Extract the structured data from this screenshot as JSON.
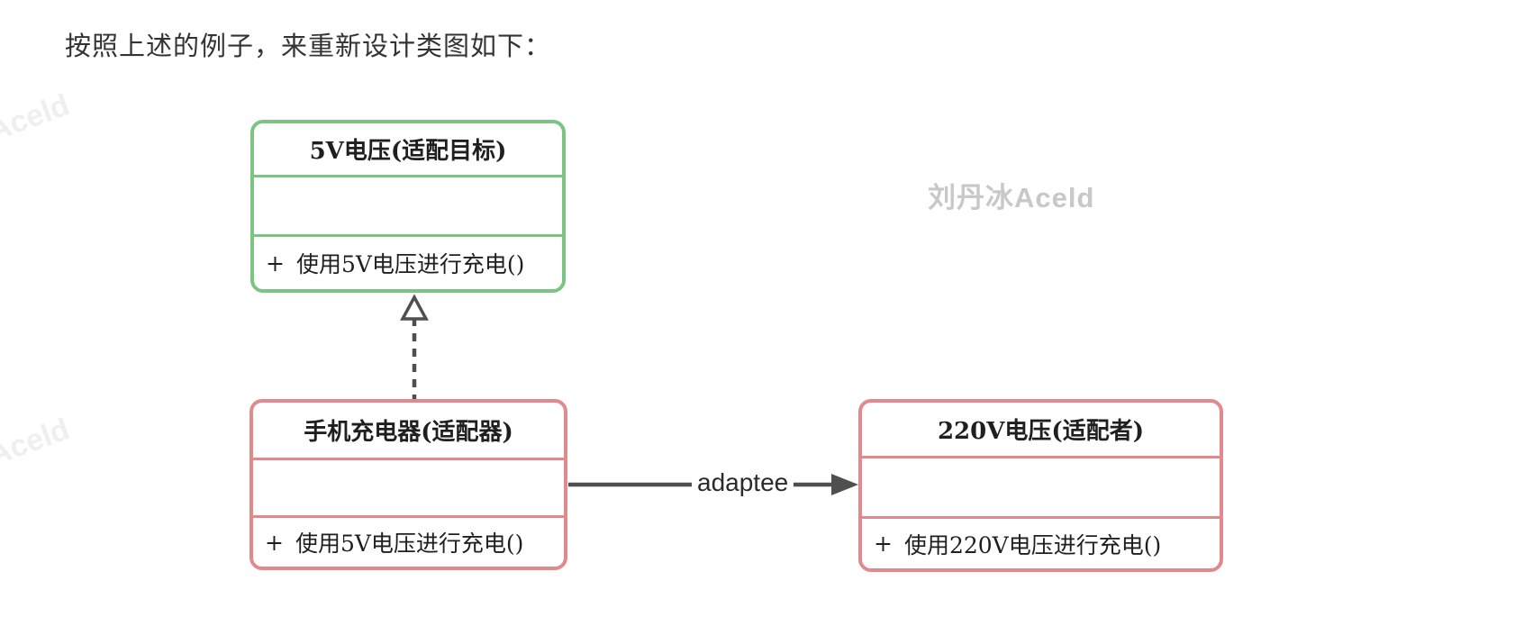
{
  "page": {
    "heading": "按照上述的例子，来重新设计类图如下："
  },
  "watermarks": {
    "center": "刘丹冰Aceld",
    "side_top": "Aceld",
    "side_bottom": "Aceld"
  },
  "colors": {
    "target_border_green": "#7cc481",
    "adapter_border_red": "#e2898d",
    "arrow_gray": "#4f4f4f",
    "heading_text": "#333333",
    "center_watermark_gray": "#c8c8c8"
  },
  "diagram": {
    "classes": [
      {
        "title": "5V电压(适配目标)",
        "attributes_text": "",
        "method_visibility": "+",
        "method_signature": "使用5V电压进行充电()"
      },
      {
        "title": "手机充电器(适配器)",
        "attributes_text": "",
        "method_visibility": "+",
        "method_signature": "使用5V电压进行充电()"
      },
      {
        "title": "220V电压(适配者)",
        "attributes_text": "",
        "method_visibility": "+",
        "method_signature": "使用220V电压进行充电()"
      }
    ],
    "relations": {
      "association_label": "adaptee"
    }
  }
}
